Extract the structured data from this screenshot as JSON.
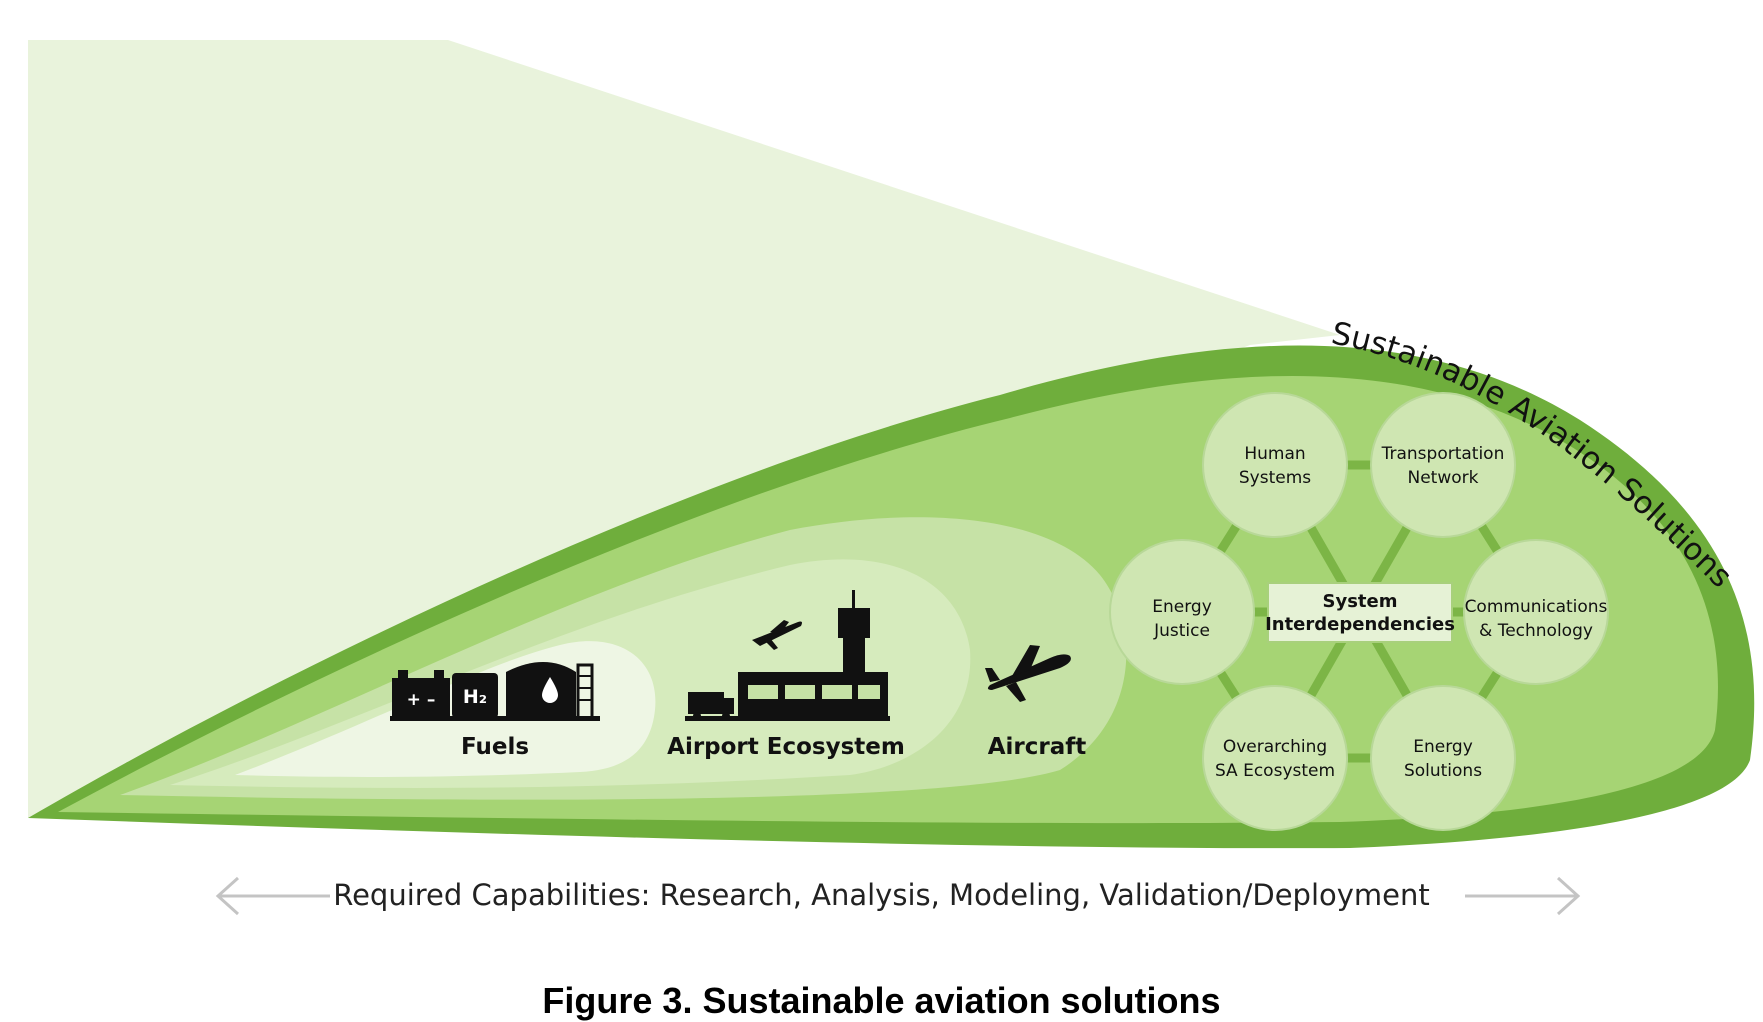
{
  "arc_title": "Sustainable Aviation Solutions",
  "zones": {
    "fuels": "Fuels",
    "airport": "Airport Ecosystem",
    "aircraft": "Aircraft"
  },
  "fuel_icons": {
    "battery_symbols": "+ –",
    "hydrogen": "H₂"
  },
  "center": {
    "line1": "System",
    "line2": "Interdependencies"
  },
  "nodes": [
    {
      "line1": "Human",
      "line2": "Systems"
    },
    {
      "line1": "Transportation",
      "line2": "Network"
    },
    {
      "line1": "Energy",
      "line2": "Justice"
    },
    {
      "line1": "Communications",
      "line2": "& Technology"
    },
    {
      "line1": "Overarching",
      "line2": "SA Ecosystem"
    },
    {
      "line1": "Energy",
      "line2": "Solutions"
    }
  ],
  "capabilities": "Required Capabilities: Research, Analysis, Modeling, Validation/Deployment",
  "caption": "Figure 3. Sustainable aviation solutions",
  "colors": {
    "cone": "#e9f3dc",
    "outer_rim": "#6fae3c",
    "outer_body": "#a6d474",
    "middle": "#c6e2a6",
    "inner": "#e5f1d6",
    "node_fill": "#cfe6b2",
    "connector": "#7cb546",
    "arrow": "#c4c4c4"
  }
}
